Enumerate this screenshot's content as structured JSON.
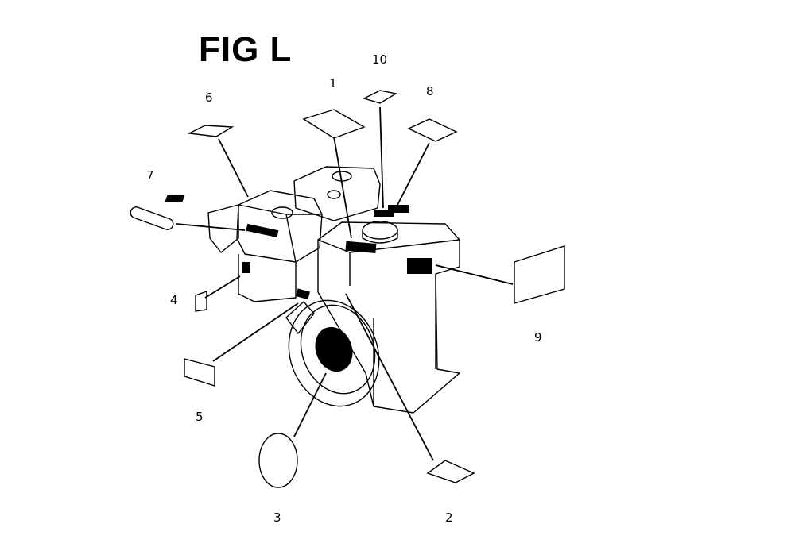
{
  "figure": {
    "title": "FIG L",
    "callouts": [
      {
        "id": 1,
        "label": "1"
      },
      {
        "id": 2,
        "label": "2"
      },
      {
        "id": 3,
        "label": "3"
      },
      {
        "id": 4,
        "label": "4"
      },
      {
        "id": 5,
        "label": "5"
      },
      {
        "id": 6,
        "label": "6"
      },
      {
        "id": 7,
        "label": "7"
      },
      {
        "id": 8,
        "label": "8"
      },
      {
        "id": 9,
        "label": "9"
      },
      {
        "id": 10,
        "label": "10"
      }
    ]
  }
}
